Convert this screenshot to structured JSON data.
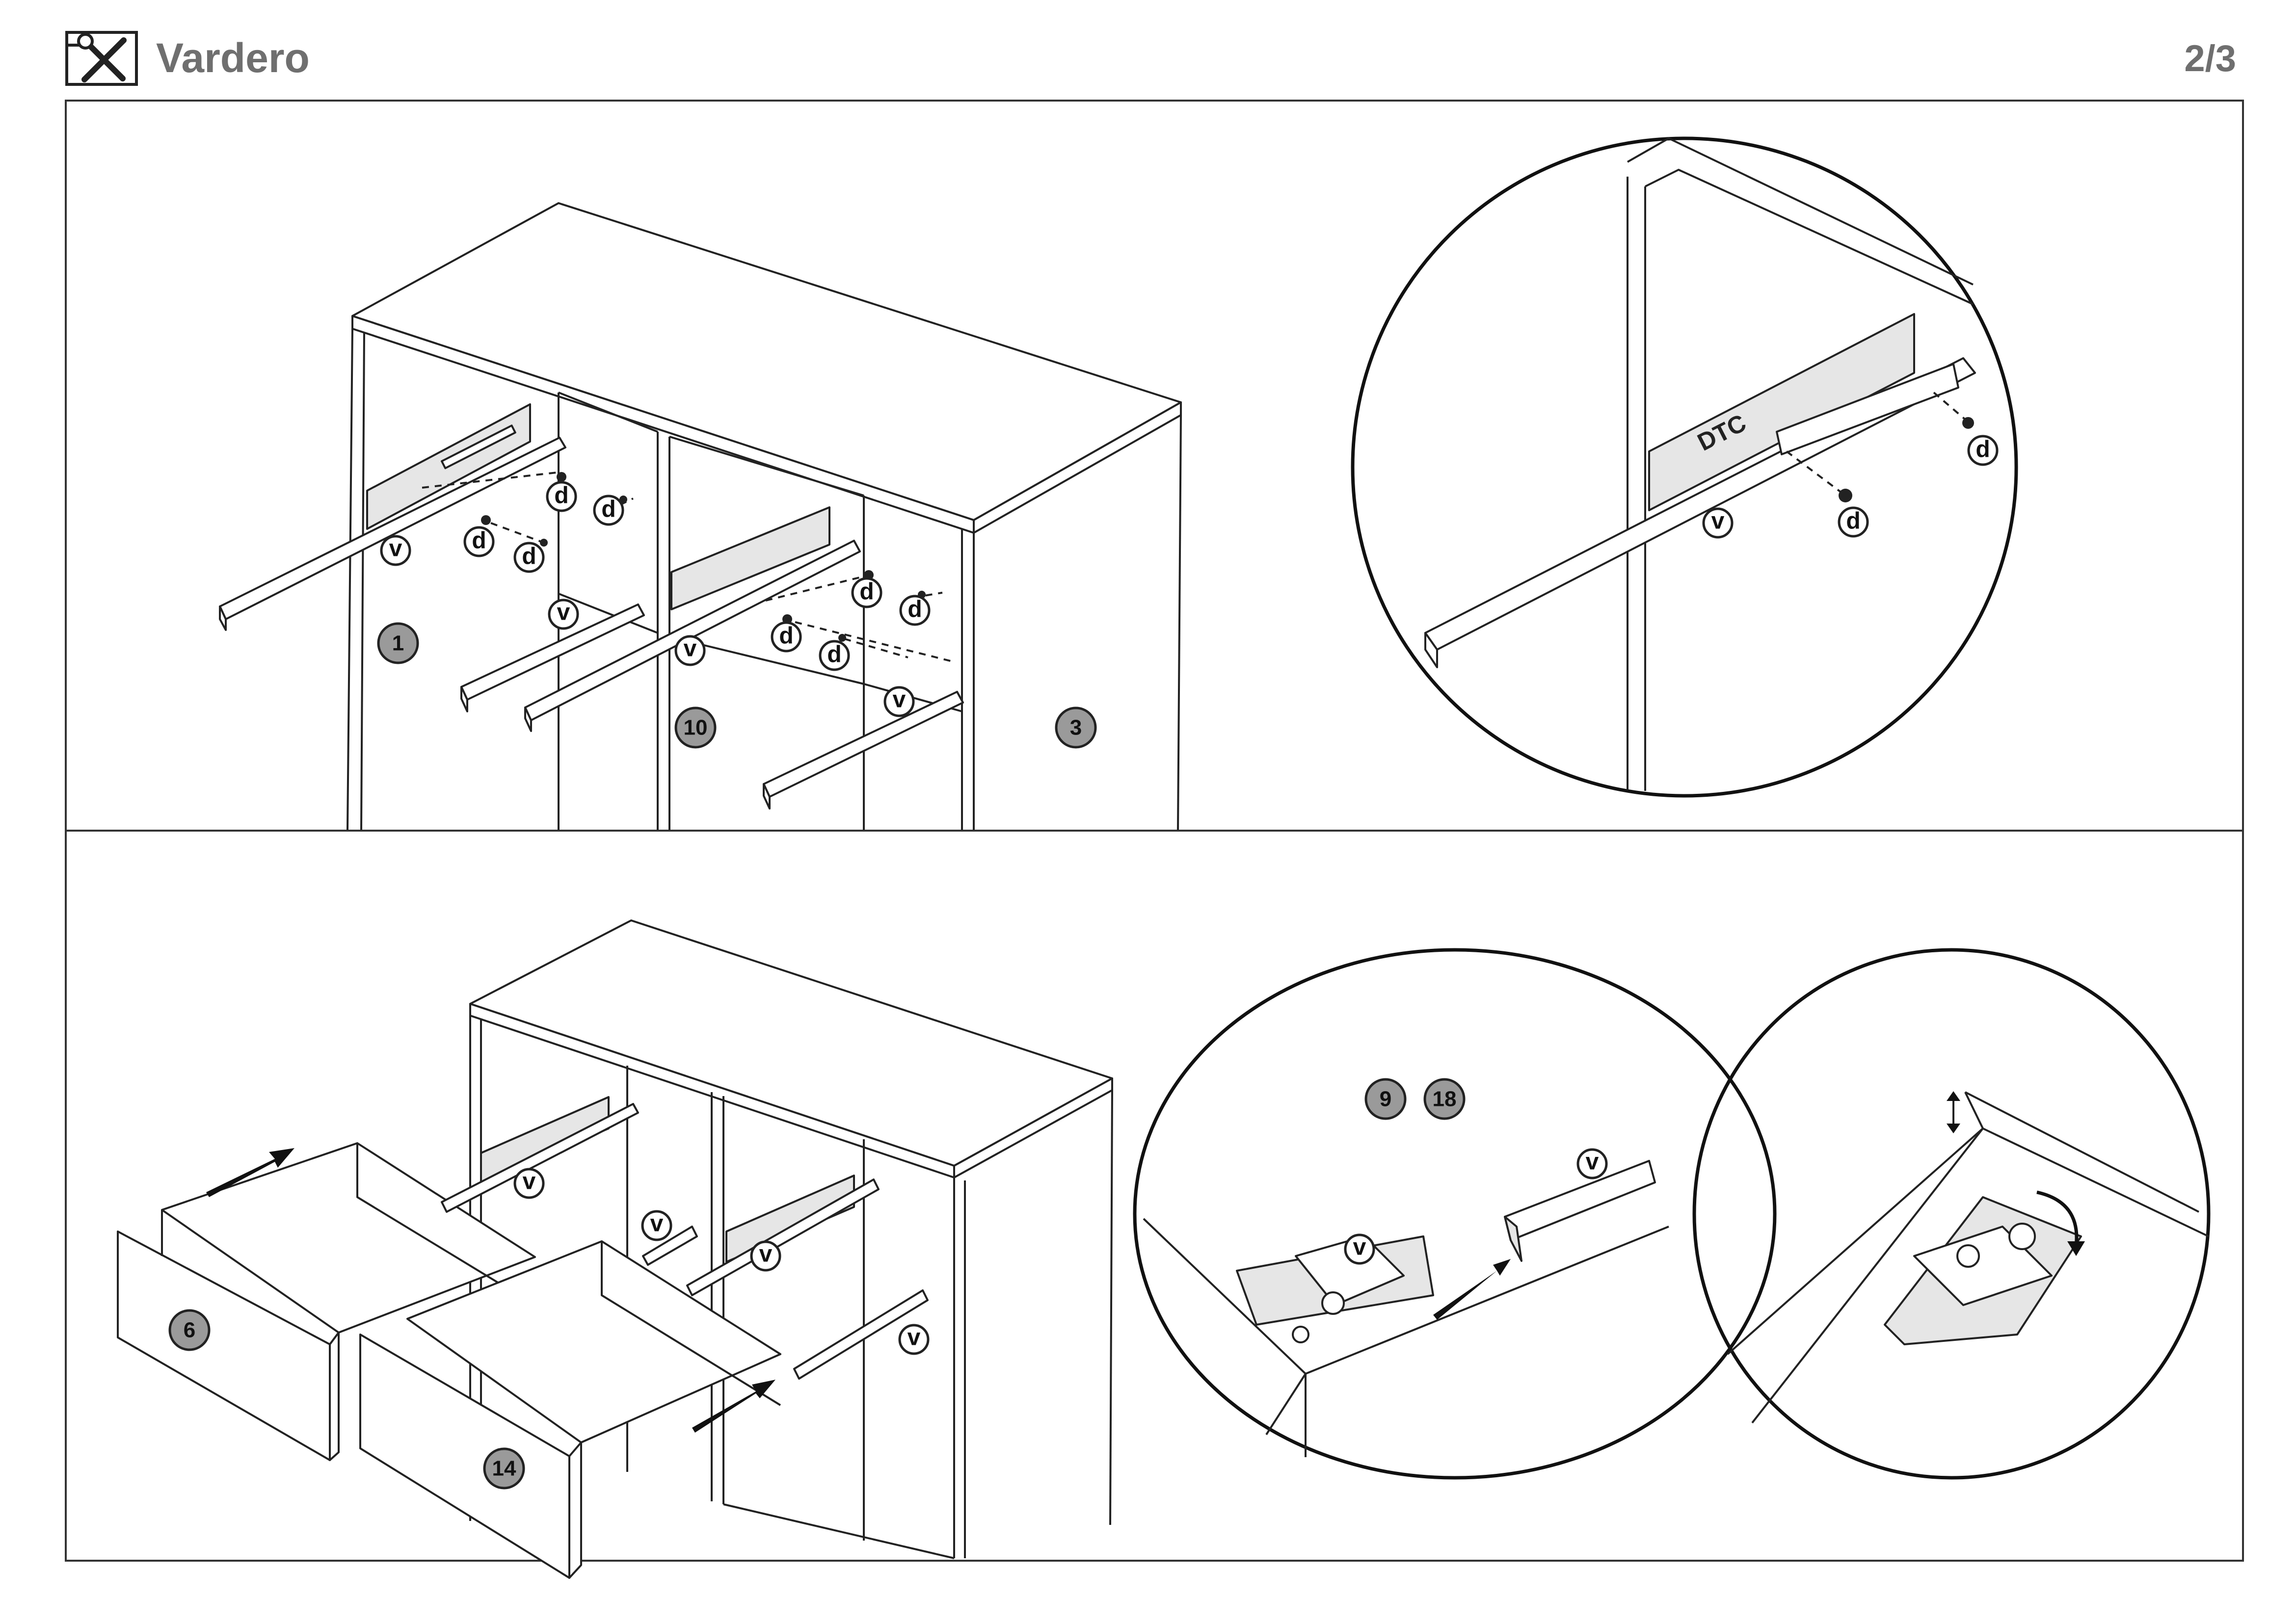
{
  "header": {
    "brand": "Vardero",
    "page_number": "2/3",
    "icon": "tools-icon"
  },
  "parts": {
    "p1": "1",
    "p3": "3",
    "p6": "6",
    "p9": "9",
    "p10": "10",
    "p14": "14",
    "p18": "18"
  },
  "labels": {
    "slide": "v",
    "screw": "d"
  },
  "rail_brand": "DTC"
}
